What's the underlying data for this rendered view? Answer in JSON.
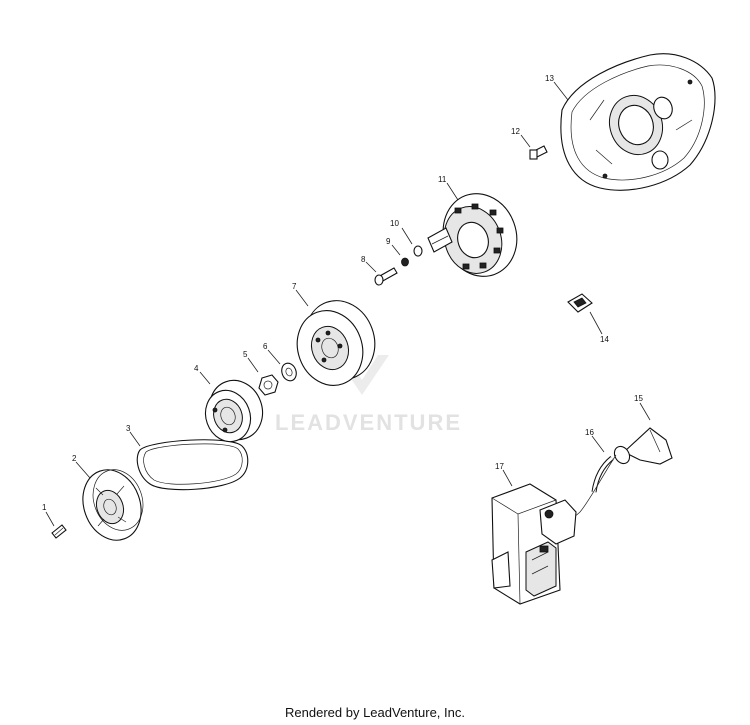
{
  "watermark": {
    "text": "LEADVENTURE"
  },
  "footer": {
    "text": "Rendered by LeadVenture, Inc."
  },
  "callouts": [
    {
      "id": "1",
      "label": "1"
    },
    {
      "id": "2",
      "label": "2"
    },
    {
      "id": "3",
      "label": "3"
    },
    {
      "id": "4",
      "label": "4"
    },
    {
      "id": "5",
      "label": "5"
    },
    {
      "id": "6",
      "label": "6"
    },
    {
      "id": "7",
      "label": "7"
    },
    {
      "id": "8",
      "label": "8"
    },
    {
      "id": "9",
      "label": "9"
    },
    {
      "id": "10",
      "label": "10"
    },
    {
      "id": "11",
      "label": "11"
    },
    {
      "id": "12",
      "label": "12"
    },
    {
      "id": "13",
      "label": "13"
    },
    {
      "id": "14",
      "label": "14"
    },
    {
      "id": "15",
      "label": "15"
    },
    {
      "id": "16",
      "label": "16"
    },
    {
      "id": "17",
      "label": "17"
    }
  ]
}
